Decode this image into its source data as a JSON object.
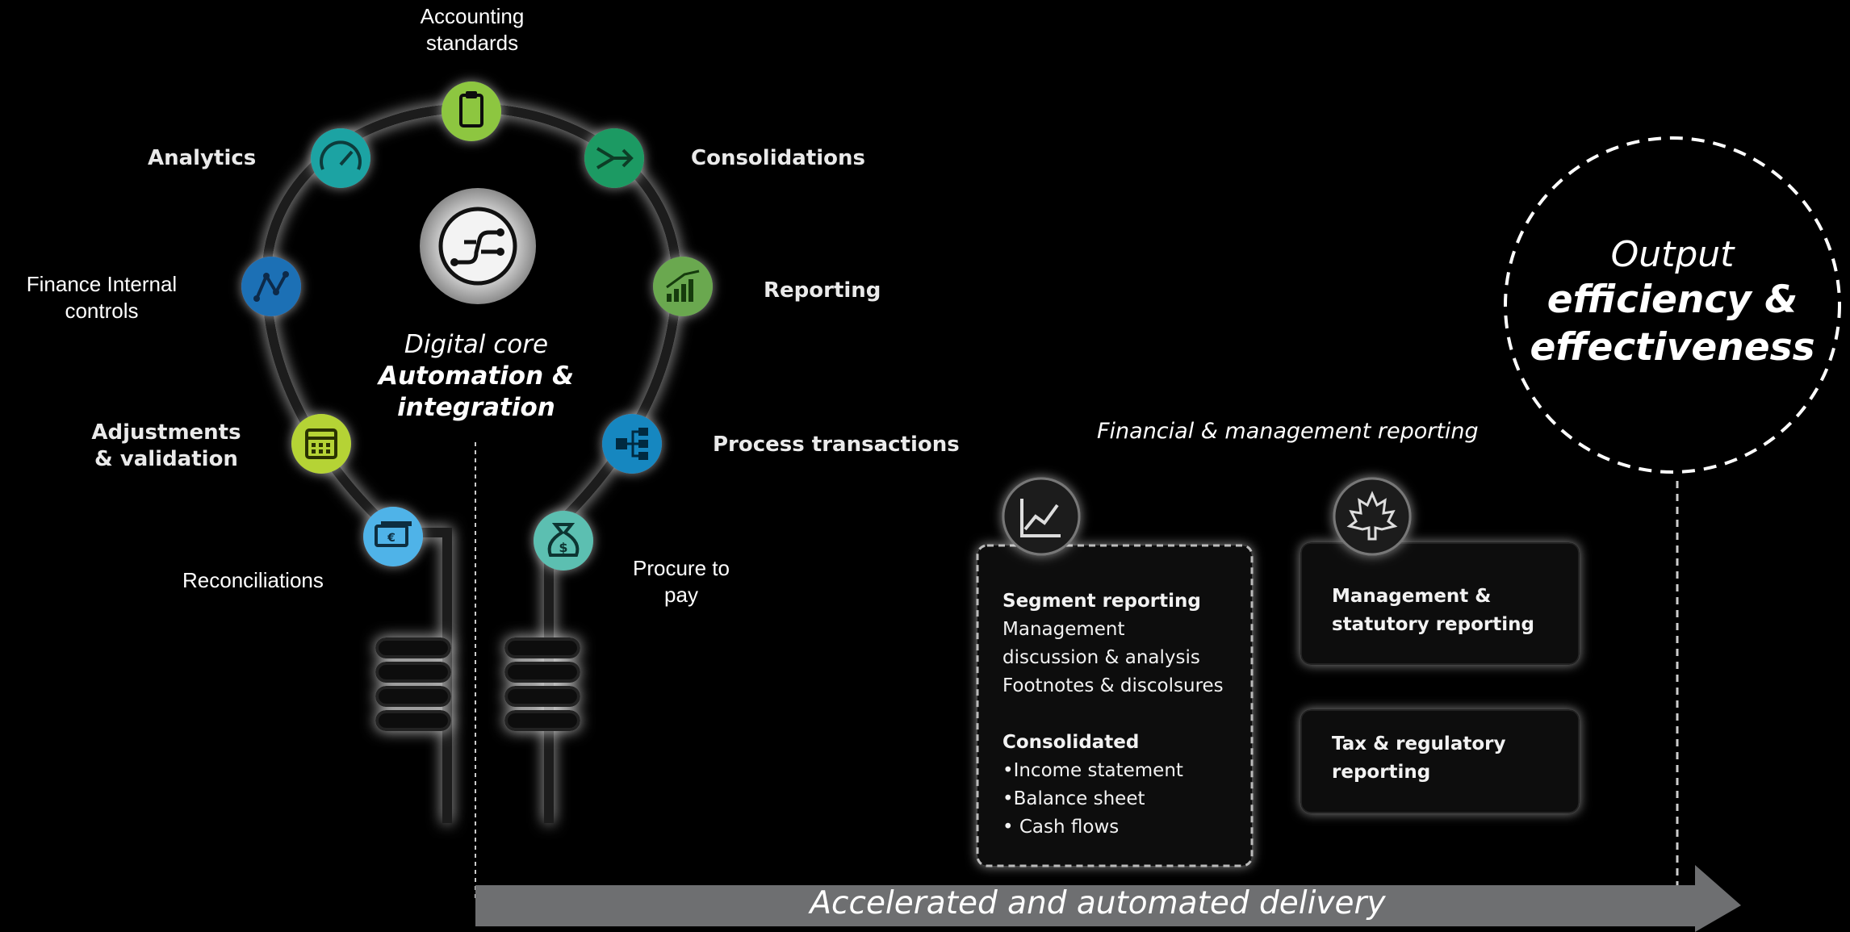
{
  "core": {
    "line1": "Digital core",
    "line2": "Automation &",
    "line3": "integration"
  },
  "labels": {
    "accounting_1": "Accounting",
    "accounting_2": "standards",
    "analytics": "Analytics",
    "consolidations": "Consolidations",
    "finance_1": "Finance Internal",
    "finance_2": "controls",
    "reporting": "Reporting",
    "adjustments_1": "Adjustments",
    "adjustments_2": "& validation",
    "process": "Process transactions",
    "reconciliations": "Reconciliations",
    "procure_1": "Procure to",
    "procure_2": "pay"
  },
  "output": {
    "line1": "Output",
    "line2": "efficiency &",
    "line3": "effectiveness"
  },
  "financial_reporting": {
    "title": "Financial & management reporting",
    "card1": {
      "l1": "Segment reporting",
      "l2": "Management",
      "l3": "discussion & analysis",
      "l4": "Footnotes & discolsures",
      "l5": "Consolidated",
      "l6": "•Income statement",
      "l7": "•Balance sheet",
      "l8": "• Cash flows"
    },
    "card2": {
      "l1": "Management &",
      "l2": "statutory reporting"
    },
    "card3": {
      "l1": "Tax & regulatory",
      "l2": "reporting"
    }
  },
  "delivery": {
    "label": "Accelerated and automated delivery"
  },
  "icons": [
    "clipboard-icon",
    "speedometer-icon",
    "arrow-merge-icon",
    "line-graph-icon",
    "bar-chart-growth-icon",
    "calendar-icon",
    "flowchart-icon",
    "euro-banknote-icon",
    "money-bag-icon",
    "circuit-icon",
    "line-chart-icon",
    "maple-leaf-icon"
  ],
  "colors": {
    "background": "#000000",
    "accounting": "#8dc63f",
    "analytics": "#1aa3a3",
    "consolidations": "#1f9a63",
    "finance": "#1f6fb5",
    "reporting": "#6aa84f",
    "adjustments": "#b5d334",
    "process": "#1987c0",
    "reconciliations": "#4fb3e8",
    "procure": "#5bbfb1",
    "arrow": "#6e6f71"
  }
}
